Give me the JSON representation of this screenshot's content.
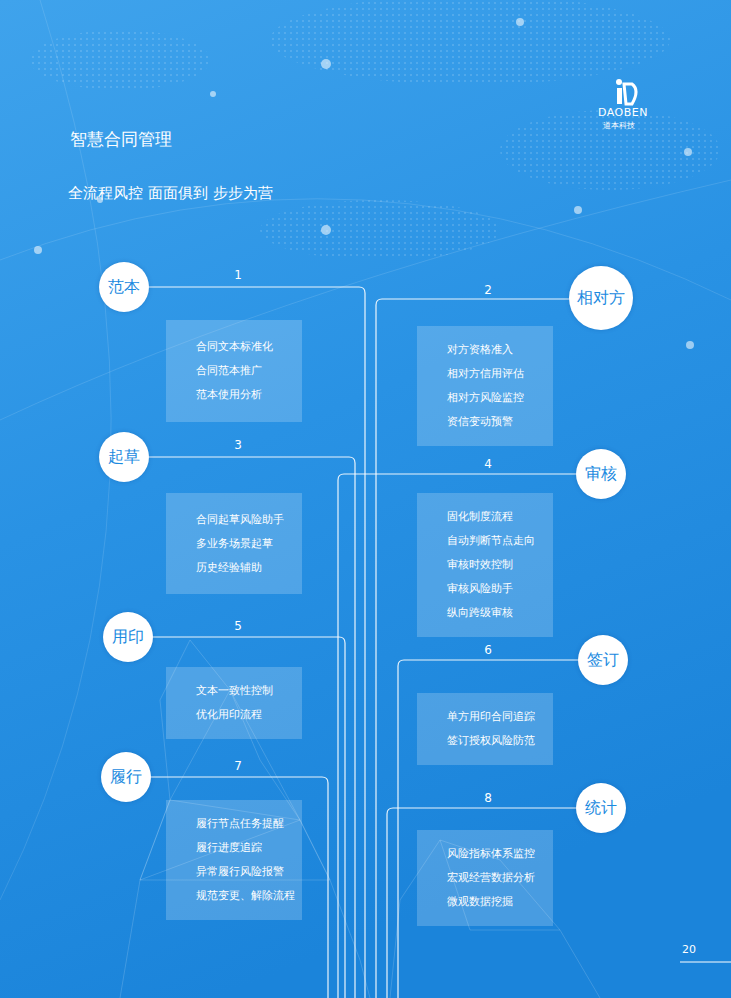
{
  "diagram": {
    "title": "智慧合同管理",
    "nodes": [
      {
        "text": [
          "范本"
        ]
      },
      {
        "text": [
          "合同文本标准化",
          "合同范本推广",
          "范本使用分析"
        ]
      },
      {
        "text": [
          "相对方"
        ]
      },
      {
        "text": [
          "对方资格准入",
          "相对方信用评估",
          "相对方风险监控",
          "资信变动预警"
        ]
      },
      {
        "text": [
          "起草"
        ]
      },
      {
        "text": [
          "合同起草风险助手",
          "多业务场景起草",
          "历史经验辅助"
        ]
      },
      {
        "text": [
          "审核"
        ]
      },
      {
        "text": [
          "固化制度流程",
          "自动判断节点走向",
          "审核时效控制",
          "审核风险助手",
          "纵向跨级审核"
        ]
      },
      {
        "text": [
          "用印"
        ]
      },
      {
        "text": [
          "文本一致性控制",
          "优化用印流程"
        ]
      },
      {
        "text": [
          "签订"
        ]
      },
      {
        "text": [
          "单方用印合同追踪",
          "签订授权风险防范"
        ]
      },
      {
        "text": [
          "履行"
        ]
      },
      {
        "text": [
          "履行节点任务提醒",
          "履行进度追踪",
          "异常履行风险报警",
          "规范变更、解除流程"
        ]
      },
      {
        "text": [
          "统计"
        ]
      },
      {
        "text": [
          "风险指标体系监控",
          "宏观经营数据分析",
          "微观数据挖掘"
        ]
      }
    ],
    "labels": [
      "全流程风控 面面俱到 步步为营",
      "DAOBEN",
      "道本科技",
      "1",
      "2",
      "3",
      "4",
      "5",
      "6",
      "7",
      "8",
      "20"
    ]
  }
}
